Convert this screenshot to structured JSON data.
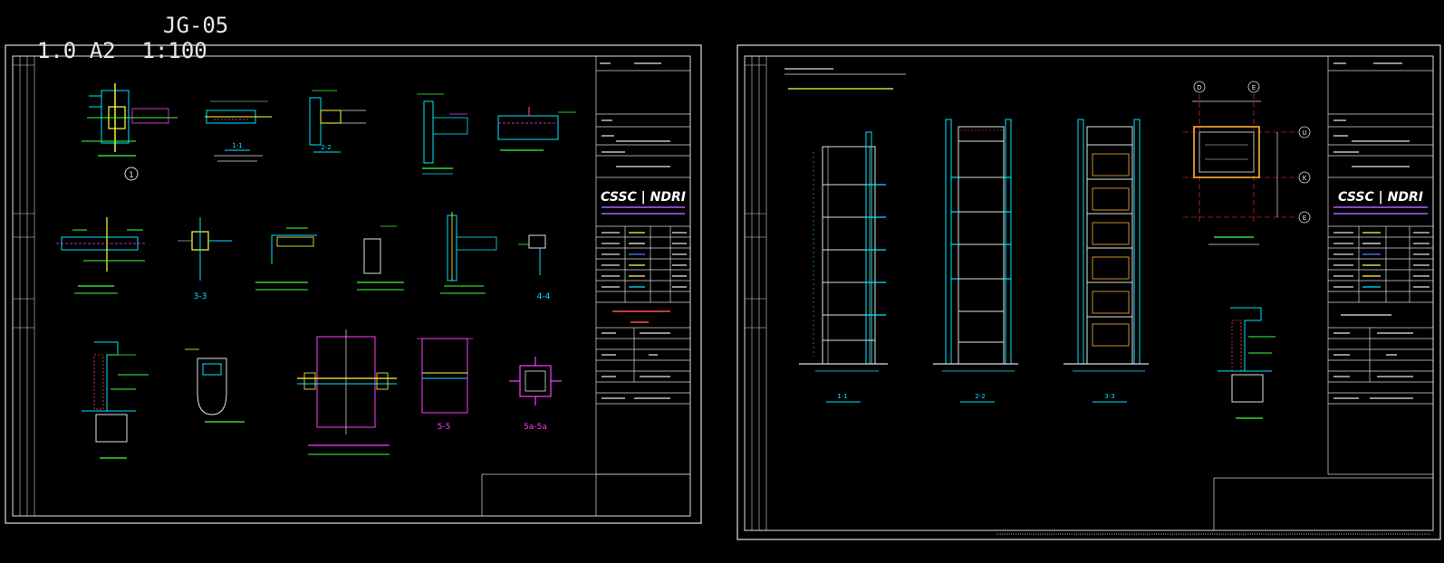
{
  "header": {
    "scale_text": "1.0 A2  1:100",
    "drawing_code": "JG-05"
  },
  "sheet_left": {
    "logo": "CSSC | NDRI",
    "section_labels": [
      "1-1",
      "2-2",
      "3-3",
      "4-4",
      "5-5",
      "5a-5a"
    ],
    "detail_marker": "1"
  },
  "sheet_right": {
    "logo": "CSSC | NDRI",
    "section_labels": [
      "1-1",
      "2-2",
      "3-3"
    ],
    "axis_markers": [
      "D",
      "E",
      "U",
      "K",
      "E"
    ]
  },
  "colors": {
    "background": "#000000",
    "border": "#ffffff",
    "cyan": "#00e5ff",
    "green": "#3cff3c",
    "yellow": "#ffff3c",
    "magenta": "#ff3cff",
    "red": "#ff3c3c",
    "orange": "#ffb030"
  }
}
